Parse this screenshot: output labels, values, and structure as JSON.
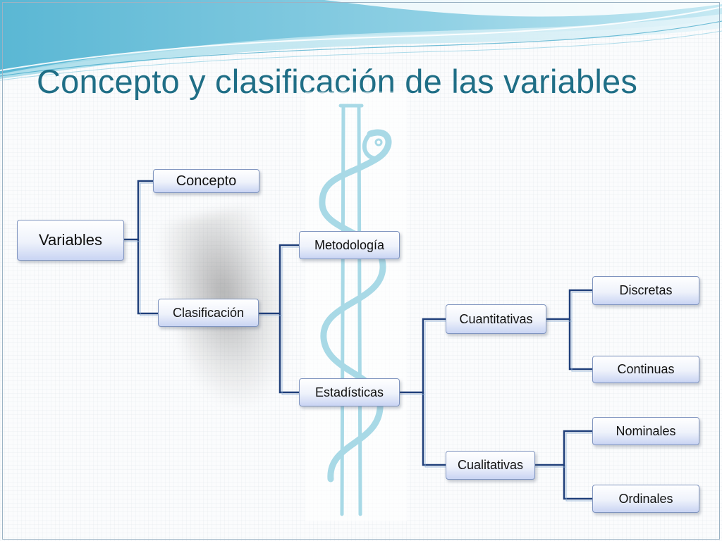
{
  "slide": {
    "title": "Concepto y clasificación de las variables"
  },
  "diagram": {
    "root": "Variables",
    "concepto": "Concepto",
    "clasificacion": "Clasificación",
    "metodologia": "Metodología",
    "estadisticas": "Estadísticas",
    "cuantitativas": "Cuantitativas",
    "cualitativas": "Cualitativas",
    "discretas": "Discretas",
    "continuas": "Continuas",
    "nominales": "Nominales",
    "ordinales": "Ordinales"
  },
  "colors": {
    "title": "#1f6e86",
    "connector": "#1f3f7a",
    "wave": "#4fb4d2"
  },
  "icons": {
    "watermark": "rod-of-asclepius-icon"
  }
}
